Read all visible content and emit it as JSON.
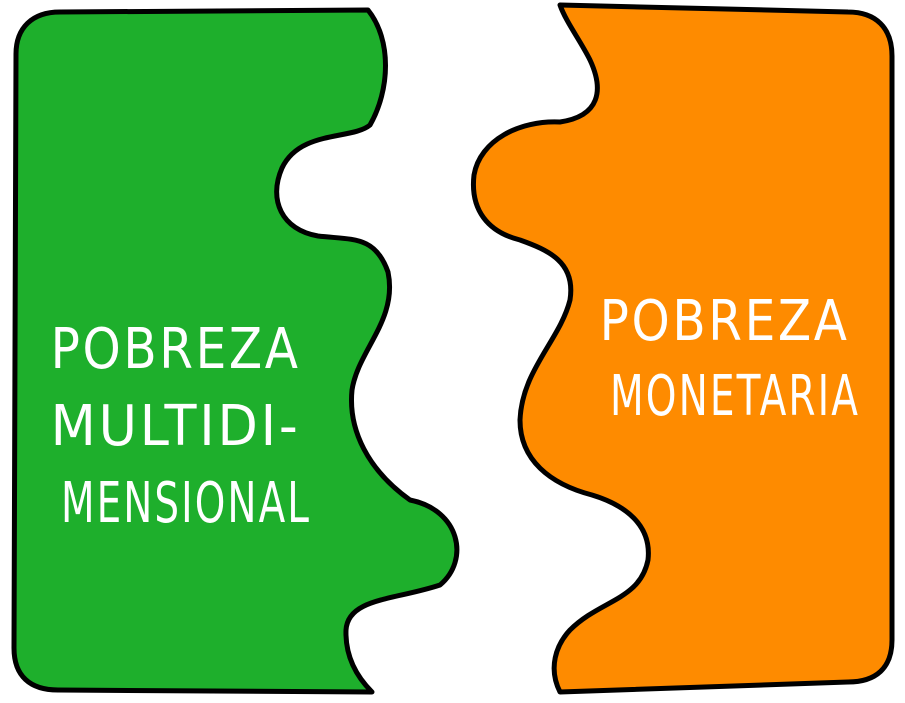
{
  "colors": {
    "left_piece": "#1eaf2c",
    "right_piece": "#fe8b00",
    "outline": "#000000",
    "text": "#ffffff",
    "background": "#ffffff"
  },
  "left_piece": {
    "lines": [
      "POBREZA",
      "MULTIDI-",
      "MENSIONAL"
    ]
  },
  "right_piece": {
    "lines": [
      "POBREZA",
      "MONETARIA"
    ]
  }
}
